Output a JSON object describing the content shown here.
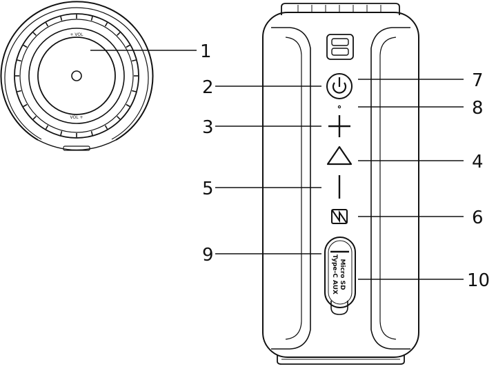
{
  "diagram": {
    "callouts": [
      {
        "id": "1",
        "label": "1"
      },
      {
        "id": "2",
        "label": "2"
      },
      {
        "id": "3",
        "label": "3"
      },
      {
        "id": "4",
        "label": "4"
      },
      {
        "id": "5",
        "label": "5"
      },
      {
        "id": "6",
        "label": "6"
      },
      {
        "id": "7",
        "label": "7"
      },
      {
        "id": "8",
        "label": "8"
      },
      {
        "id": "9",
        "label": "9"
      },
      {
        "id": "10",
        "label": "10"
      }
    ],
    "dial_text": {
      "top": "+ VOL",
      "bottom": "VOL +"
    },
    "port_cover_text": {
      "line1": "Micro SD",
      "line2": "Type-C AUX"
    },
    "colors": {
      "line": "#111111",
      "background": "#ffffff"
    }
  }
}
